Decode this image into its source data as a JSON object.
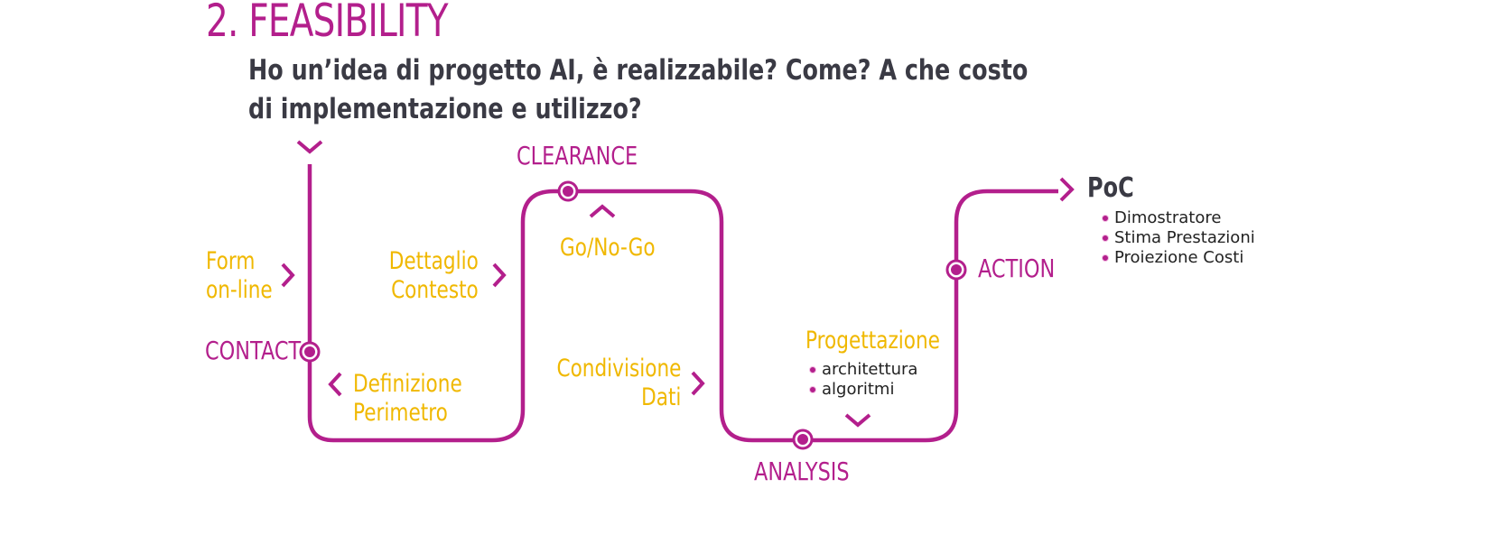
{
  "title": "2. FEASIBILITY",
  "subtitle": "Ho un’idea di progetto AI, è realizzabile? Come? A che costo di implementazione e utilizzo?",
  "colors": {
    "accent": "#b31f8c",
    "highlight": "#f0b800",
    "text": "#3a3a44"
  },
  "stages": {
    "contact": "CONTACT",
    "clearance": "CLEARANCE",
    "analysis": "ANALYSIS",
    "action": "ACTION",
    "poc": "PoC"
  },
  "steps": {
    "form_line1": "Form",
    "form_line2": "on-line",
    "definizione_line1": "Definizione",
    "definizione_line2": "Perimetro",
    "dettaglio_line1": "Dettaglio",
    "dettaglio_line2": "Contesto",
    "gonogo": "Go/No-Go",
    "condivisione_line1": "Condivisione",
    "condivisione_line2": "Dati",
    "progettazione": "Progettazione"
  },
  "progettazione_items": [
    "architettura",
    "algoritmi"
  ],
  "poc_items": [
    "Dimostratore",
    "Stima Prestazioni",
    "Proiezione Costi"
  ]
}
